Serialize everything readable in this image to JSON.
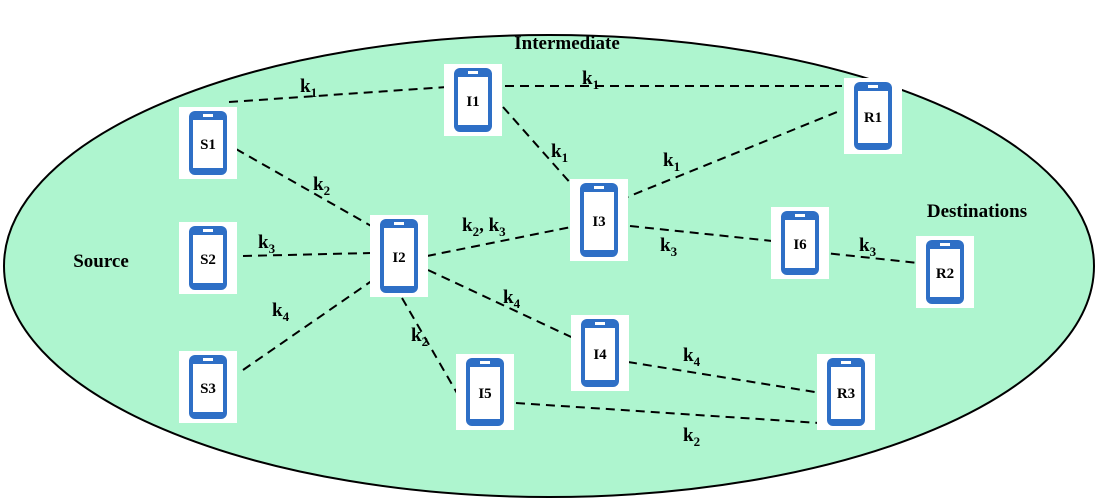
{
  "regions": {
    "intermediate": "Intermediate",
    "destinations": "Destinations",
    "source": "Source"
  },
  "colors": {
    "ellipse_fill": "#aef5cf",
    "ellipse_stroke": "#000000",
    "device_blue": "#2e6fc6",
    "device_bg": "#ffffff",
    "screen": "#ffffff"
  },
  "nodes": [
    {
      "id": "S1",
      "label": "S1"
    },
    {
      "id": "S2",
      "label": "S2"
    },
    {
      "id": "S3",
      "label": "S3"
    },
    {
      "id": "I1",
      "label": "I1"
    },
    {
      "id": "I2",
      "label": "I2"
    },
    {
      "id": "I3",
      "label": "I3"
    },
    {
      "id": "I4",
      "label": "I4"
    },
    {
      "id": "I5",
      "label": "I5"
    },
    {
      "id": "I6",
      "label": "I6"
    },
    {
      "id": "R1",
      "label": "R1"
    },
    {
      "id": "R2",
      "label": "R2"
    },
    {
      "id": "R3",
      "label": "R3"
    }
  ],
  "edges": [
    {
      "from": "S1",
      "to": "I1",
      "keys": [
        "1"
      ]
    },
    {
      "from": "I1",
      "to": "R1",
      "keys": [
        "1"
      ]
    },
    {
      "from": "S1",
      "to": "I2",
      "keys": [
        "2"
      ]
    },
    {
      "from": "I1",
      "to": "I3",
      "keys": [
        "1"
      ]
    },
    {
      "from": "I3",
      "to": "R1",
      "keys": [
        "1"
      ]
    },
    {
      "from": "S2",
      "to": "I2",
      "keys": [
        "3"
      ]
    },
    {
      "from": "I2",
      "to": "I3",
      "keys": [
        "2",
        "3"
      ]
    },
    {
      "from": "I3",
      "to": "I6",
      "keys": [
        "3"
      ]
    },
    {
      "from": "I6",
      "to": "R2",
      "keys": [
        "3"
      ]
    },
    {
      "from": "S3",
      "to": "I2",
      "keys": [
        "4"
      ]
    },
    {
      "from": "I2",
      "to": "I4",
      "keys": [
        "4"
      ]
    },
    {
      "from": "I4",
      "to": "R3",
      "keys": [
        "4"
      ]
    },
    {
      "from": "I2",
      "to": "I5",
      "keys": [
        "2"
      ]
    },
    {
      "from": "I5",
      "to": "R3",
      "keys": [
        "2"
      ]
    }
  ]
}
